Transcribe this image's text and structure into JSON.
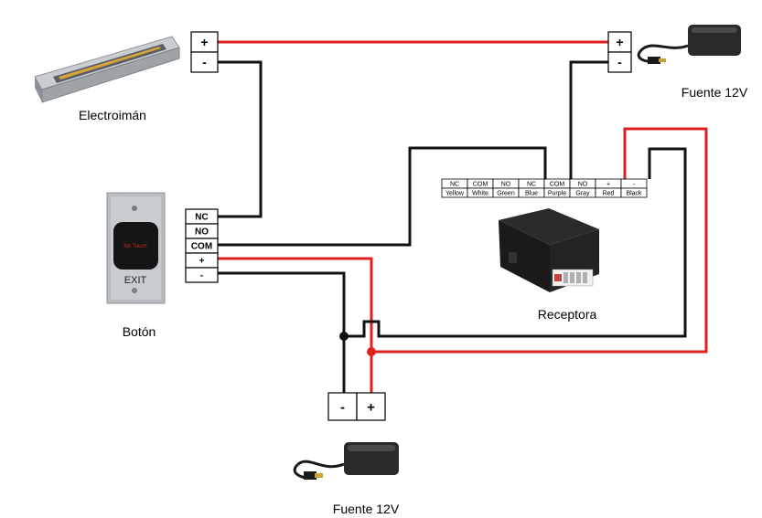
{
  "labels": {
    "electroiman": "Electroimán",
    "boton": "Botón",
    "receptora": "Receptora",
    "fuente_top": "Fuente 12V",
    "fuente_bottom": "Fuente 12V"
  },
  "device_text": {
    "button_no_touch": "No Touch",
    "button_exit": "EXIT"
  },
  "magnet_terminals": [
    "+",
    "-"
  ],
  "top_supply_terminals": [
    "+",
    "-"
  ],
  "bottom_supply_terminals": [
    "-",
    "+"
  ],
  "button_terminals": [
    "NC",
    "NO",
    "COM",
    "+",
    "-"
  ],
  "receiver_terminal_top": [
    "NC",
    "COM",
    "NO",
    "NC",
    "COM",
    "NO",
    "+",
    "-"
  ],
  "receiver_terminal_bottom": [
    "Yellow",
    "White",
    "Green",
    "Blue",
    "Purple",
    "Gray",
    "Red",
    "Black"
  ],
  "colors": {
    "positive_wire": "#e02020",
    "negative_wire": "#111111"
  }
}
